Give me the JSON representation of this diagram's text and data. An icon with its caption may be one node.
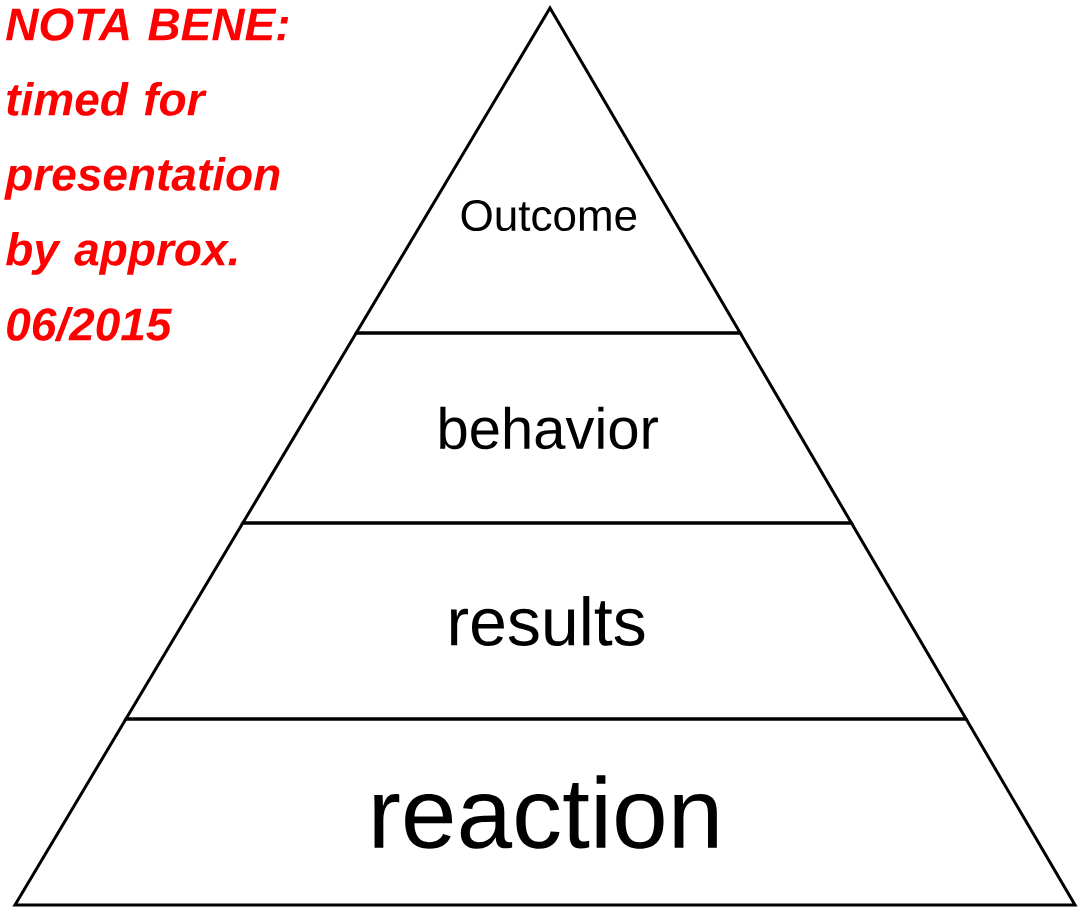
{
  "diagram": {
    "nodes": [
      {
        "text": [
          "Outcome"
        ]
      },
      {
        "text": [
          "behavior"
        ]
      },
      {
        "text": [
          "results"
        ]
      },
      {
        "text": [
          "reaction"
        ]
      }
    ],
    "labels": [
      "NOTA BENE: timed for presentation by approx. 06/2015"
    ]
  }
}
